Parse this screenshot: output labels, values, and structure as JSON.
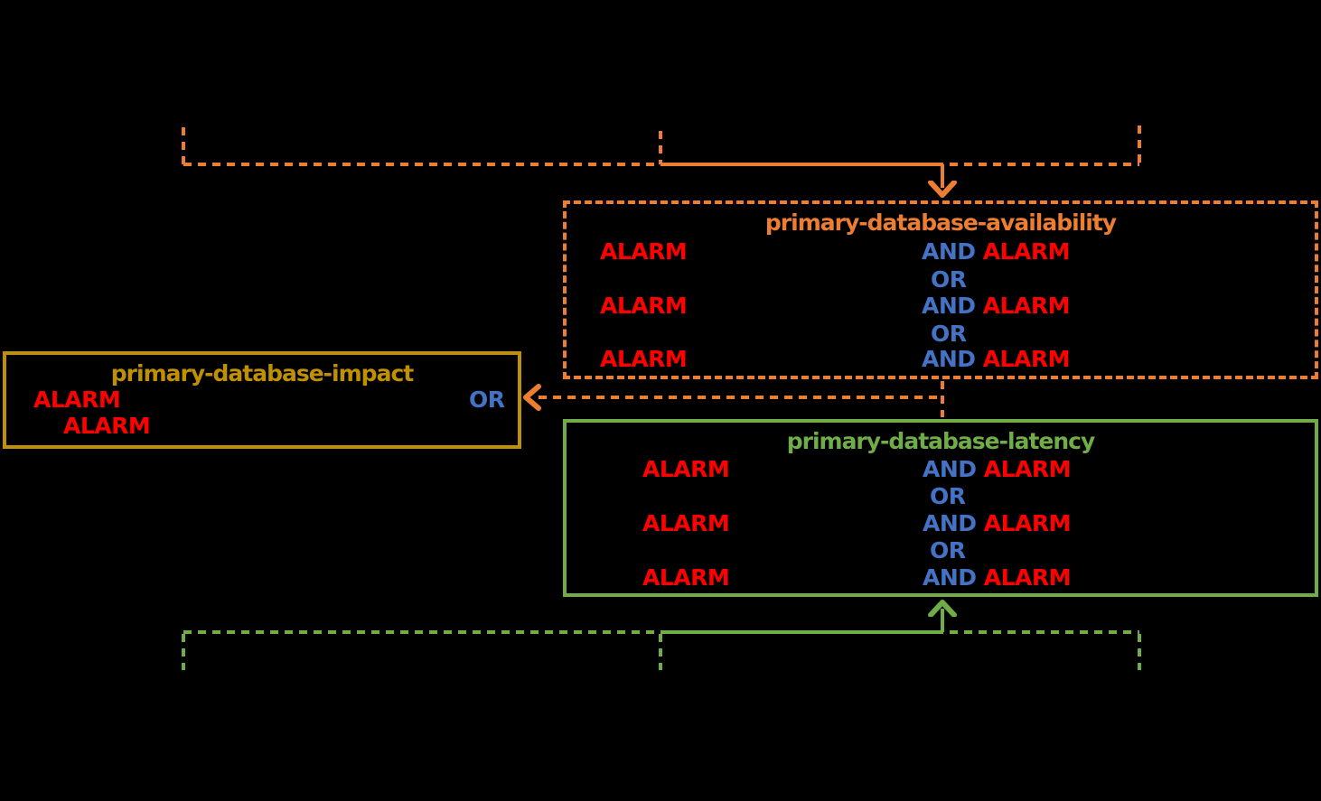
{
  "colors": {
    "background": "#000000",
    "orange": "#ED7D31",
    "green": "#70AD47",
    "gold": "#BF9000",
    "blue": "#4472C4",
    "red": "#FF0000"
  },
  "boxes": {
    "availability": {
      "title": "primary-database-availability",
      "border": "dashed",
      "accent": "#ED7D31",
      "rows": [
        {
          "left": "ALARM",
          "op": "AND",
          "right": "ALARM"
        },
        {
          "left": "ALARM",
          "op": "AND",
          "right": "ALARM"
        },
        {
          "left": "ALARM",
          "op": "AND",
          "right": "ALARM"
        }
      ],
      "separators": [
        "OR",
        "OR"
      ]
    },
    "impact": {
      "title": "primary-database-impact",
      "border": "solid",
      "accent": "#BF9000",
      "alarms": [
        "ALARM",
        "ALARM"
      ],
      "operator": "OR"
    },
    "latency": {
      "title": "primary-database-latency",
      "border": "solid",
      "accent": "#70AD47",
      "rows": [
        {
          "left": "ALARM",
          "op": "AND",
          "right": "ALARM"
        },
        {
          "left": "ALARM",
          "op": "AND",
          "right": "ALARM"
        },
        {
          "left": "ALARM",
          "op": "AND",
          "right": "ALARM"
        }
      ],
      "separators": [
        "OR",
        "OR"
      ]
    }
  }
}
